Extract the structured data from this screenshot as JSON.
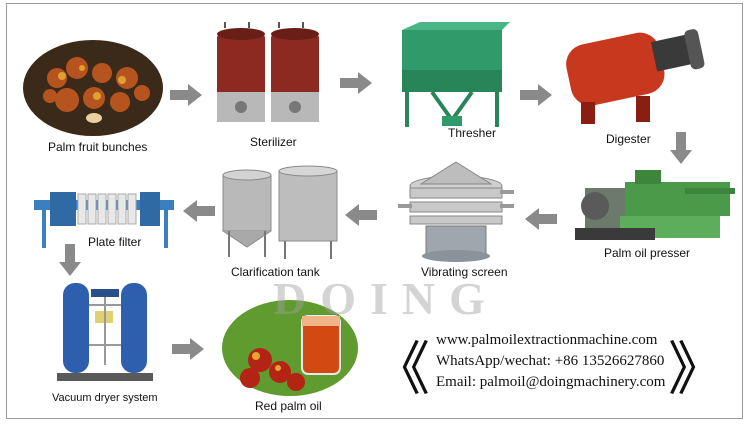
{
  "watermark": "DOING",
  "steps": {
    "palm_fruit": "Palm fruit bunches",
    "sterilizer": "Sterilizer",
    "thresher": "Thresher",
    "digester": "Digester",
    "presser": "Palm oil presser",
    "vibrating": "Vibrating screen",
    "clarification": "Clarification tank",
    "plate_filter": "Plate filter",
    "vacuum_dryer": "Vacuum dryer system",
    "red_oil": "Red palm oil"
  },
  "contact": {
    "website": "www.palmoilextractionmachine.com",
    "phone": "WhatsApp/wechat: +86 13526627860",
    "email": "Email: palmoil@doingmachinery.com"
  },
  "brackets": {
    "left": "《",
    "right": "》"
  },
  "colors": {
    "arrow": "#8a8a8a",
    "sterilizer": "#8c2a22",
    "thresher": "#2f9a6a",
    "digester": "#c8381f",
    "presser": "#4a9a4a",
    "filter": "#3a7fbf",
    "dryer": "#2e5fae",
    "oil": "#d24a12"
  }
}
